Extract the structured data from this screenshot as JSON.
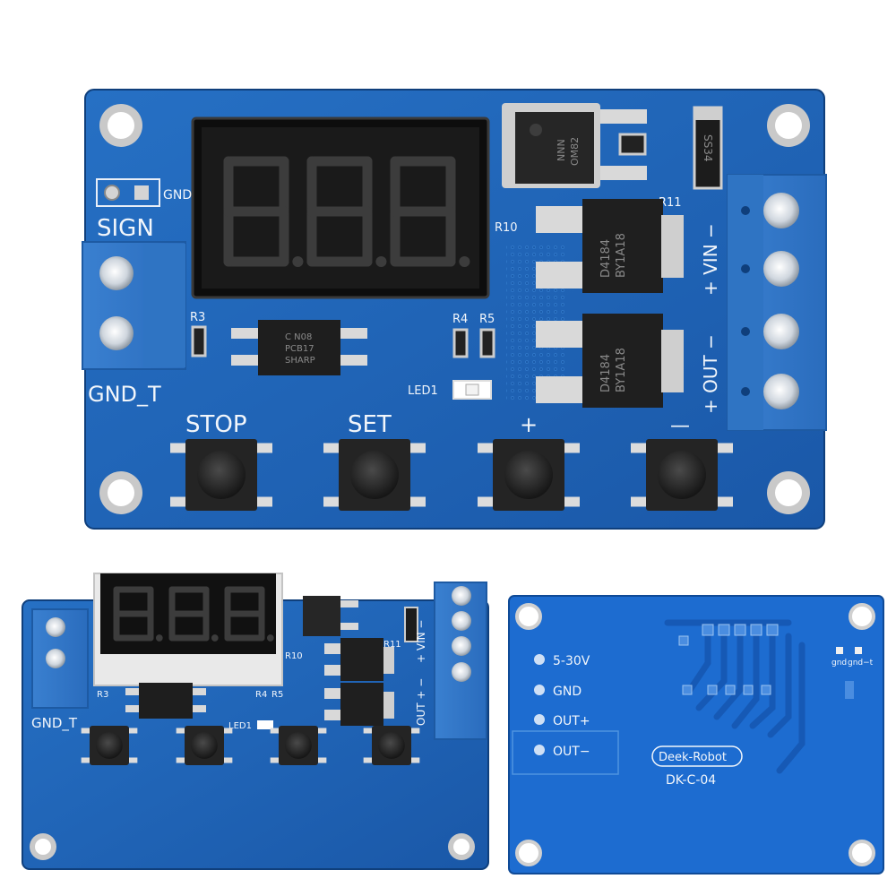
{
  "colors": {
    "pcb": "#1f63b6",
    "pcb_dark": "#144e96",
    "pcb_light": "#2d78cc",
    "terminal_block": "#3d86d6",
    "pad": "#dcdcdc",
    "chip": "#262626",
    "display_segment": "#ff4b4b",
    "silkscreen": "#f2f6fb"
  },
  "front_board": {
    "labels": {
      "gnd": "GND",
      "sign": "SIGN",
      "gnd_t": "GND_T",
      "stop": "STOP",
      "set": "SET",
      "plus": "+",
      "minus": "—",
      "r3": "R3",
      "r4": "R4",
      "r5": "R5",
      "r10": "R10",
      "r11": "R11",
      "led1": "LED1",
      "vin": "+ VIN −",
      "out": "+ OUT −"
    },
    "chips": {
      "optocoupler": [
        "C N08",
        "PCB17",
        "SHARP"
      ],
      "mosfet_1": [
        "D4184",
        "BY1A18"
      ],
      "mosfet_2": [
        "D4184",
        "BY1A18"
      ],
      "regulator": [
        "NNN",
        "OM82"
      ],
      "diode": "SS34"
    }
  },
  "small_front_board": {
    "labels": {
      "gnd_t": "GND_T",
      "r3": "R3",
      "r4": "R4",
      "r5": "R5",
      "r10": "R10",
      "r11": "R11",
      "led1": "LED1",
      "vin": "+ VIN −",
      "out": "OUT + −"
    }
  },
  "back_board": {
    "labels": {
      "v": "5-30V",
      "gnd": "GND",
      "out_plus": "OUT+",
      "out_minus": "OUT−",
      "gnd_small": "gnd",
      "gnd_t_small": "gnd−t",
      "brand": "Deek-Robot",
      "model": "DK-C-04"
    }
  }
}
